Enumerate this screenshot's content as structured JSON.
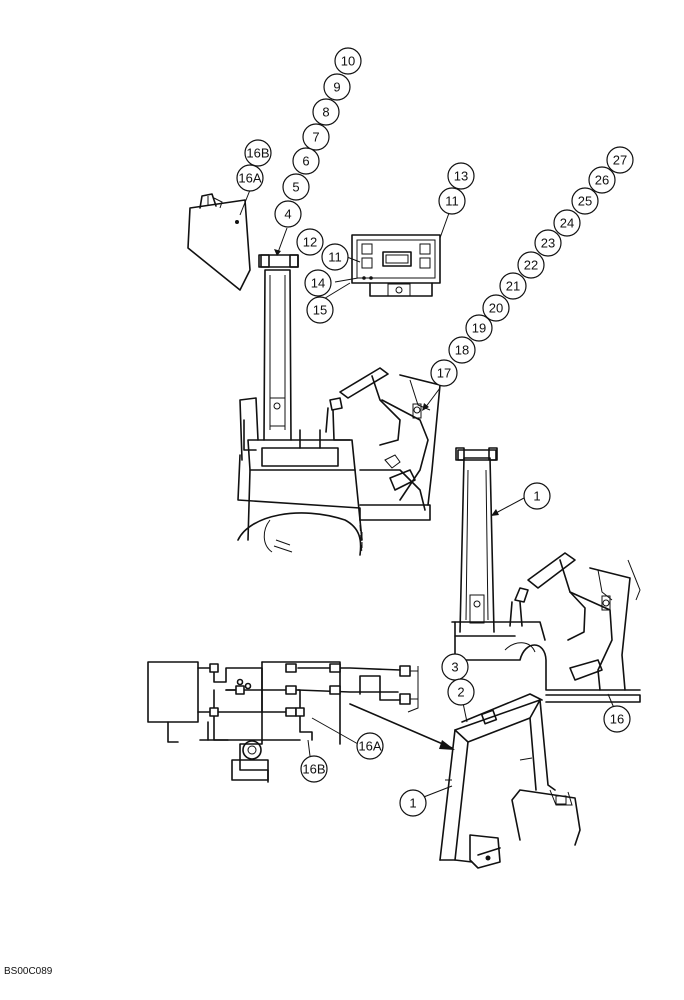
{
  "figure_code": "BS00C089",
  "callouts": {
    "c10": "10",
    "c9": "9",
    "c8": "8",
    "c7": "7",
    "c6": "6",
    "c5": "5",
    "c4": "4",
    "c16B_top": "16B",
    "c16A_top": "16A",
    "c13": "13",
    "c11_a": "11",
    "c12": "12",
    "c11_b": "11",
    "c14": "14",
    "c15": "15",
    "c27": "27",
    "c26": "26",
    "c25": "25",
    "c24": "24",
    "c23": "23",
    "c22": "22",
    "c21": "21",
    "c20": "20",
    "c19": "19",
    "c18": "18",
    "c17": "17",
    "c1_mid": "1",
    "c16": "16",
    "c3": "3",
    "c2": "2",
    "c1_bottom": "1",
    "c16A_wire": "16A",
    "c16B_wire": "16B"
  }
}
